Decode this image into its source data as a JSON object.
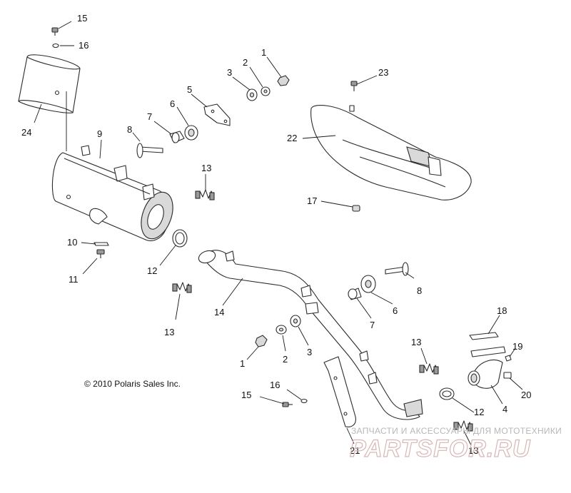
{
  "diagram": {
    "callouts": [
      {
        "id": "c15a",
        "label": "15"
      },
      {
        "id": "c16a",
        "label": "16"
      },
      {
        "id": "c24",
        "label": "24"
      },
      {
        "id": "c9",
        "label": "9"
      },
      {
        "id": "c8a",
        "label": "8"
      },
      {
        "id": "c7a",
        "label": "7"
      },
      {
        "id": "c6a",
        "label": "6"
      },
      {
        "id": "c5",
        "label": "5"
      },
      {
        "id": "c3a",
        "label": "3"
      },
      {
        "id": "c2a",
        "label": "2"
      },
      {
        "id": "c1a",
        "label": "1"
      },
      {
        "id": "c23",
        "label": "23"
      },
      {
        "id": "c22",
        "label": "22"
      },
      {
        "id": "c13a",
        "label": "13"
      },
      {
        "id": "c17",
        "label": "17"
      },
      {
        "id": "c10",
        "label": "10"
      },
      {
        "id": "c11",
        "label": "11"
      },
      {
        "id": "c12a",
        "label": "12"
      },
      {
        "id": "c13b",
        "label": "13"
      },
      {
        "id": "c14",
        "label": "14"
      },
      {
        "id": "c8b",
        "label": "8"
      },
      {
        "id": "c6b",
        "label": "6"
      },
      {
        "id": "c7b",
        "label": "7"
      },
      {
        "id": "c18",
        "label": "18"
      },
      {
        "id": "c1b",
        "label": "1"
      },
      {
        "id": "c2b",
        "label": "2"
      },
      {
        "id": "c3b",
        "label": "3"
      },
      {
        "id": "c13c",
        "label": "13"
      },
      {
        "id": "c19",
        "label": "19"
      },
      {
        "id": "c20",
        "label": "20"
      },
      {
        "id": "c4",
        "label": "4"
      },
      {
        "id": "c12b",
        "label": "12"
      },
      {
        "id": "c13d",
        "label": "13"
      },
      {
        "id": "c16b",
        "label": "16"
      },
      {
        "id": "c15b",
        "label": "15"
      },
      {
        "id": "c21",
        "label": "21"
      }
    ],
    "copyright": "© 2010 Polaris Sales Inc."
  },
  "watermark": {
    "subtitle": "ЗАПЧАСТИ И АКСЕССУАРЫ ДЛЯ МОТОТЕХНИКИ",
    "brand": "PARTSFOR.RU"
  }
}
